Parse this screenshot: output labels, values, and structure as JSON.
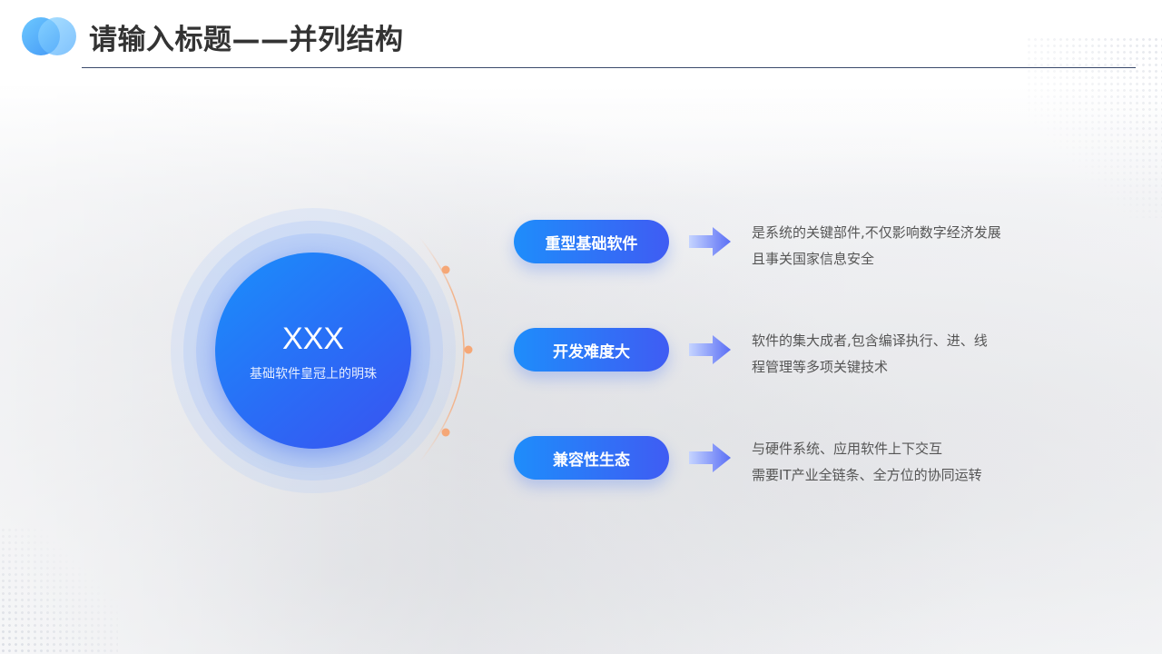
{
  "header": {
    "title": "请输入标题——并列结构"
  },
  "center": {
    "title": "XXX",
    "subtitle": "基础软件皇冠上的明珠"
  },
  "items": [
    {
      "label": "重型基础软件",
      "desc_line1": "是系统的关键部件,不仅影响数字经济发展",
      "desc_line2": "且事关国家信息安全"
    },
    {
      "label": "开发难度大",
      "desc_line1": "软件的集大成者,包含编译执行、进、线",
      "desc_line2": "程管理等多项关键技术"
    },
    {
      "label": "兼容性生态",
      "desc_line1": "与硬件系统、应用软件上下交互",
      "desc_line2": "需要IT产业全链条、全方位的协同运转"
    }
  ],
  "colors": {
    "accent_start": "#1e8dfb",
    "accent_end": "#3f5cf3",
    "title_text": "#333333",
    "body_text": "#555555",
    "arc_dot": "#f5a777"
  },
  "icons": [
    "logo-circles",
    "arrow-right-icon"
  ]
}
